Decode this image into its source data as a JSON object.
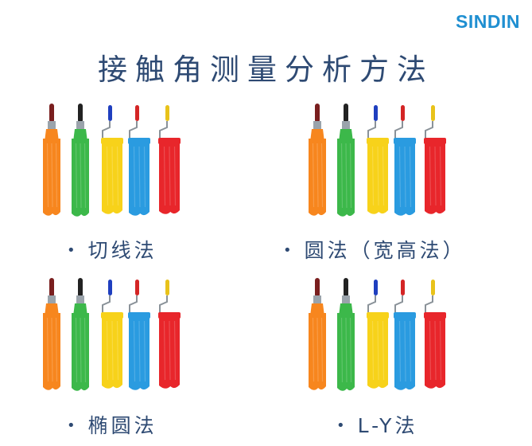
{
  "header": {
    "logo_text": "SINDIN"
  },
  "title": "接触角测量分析方法",
  "methods": [
    {
      "label": "切线法",
      "bullet": "•"
    },
    {
      "label": "圆法（宽高法）",
      "bullet": "•"
    },
    {
      "label": "椭圆法",
      "bullet": "•"
    },
    {
      "label": "L-Y法",
      "bullet": "•"
    }
  ],
  "colors": {
    "title": "#2e4a73",
    "logo": "#1f8fd1",
    "paints": [
      "#f7861e",
      "#3cb84a",
      "#f7d21a",
      "#2a9be0",
      "#e8262b"
    ]
  }
}
